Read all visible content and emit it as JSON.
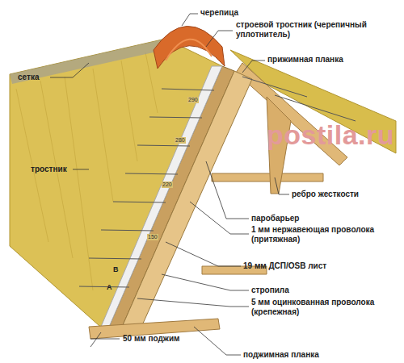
{
  "diagram": {
    "labels": [
      "черепица",
      "строевой тростник (черепичный уплотнитель)",
      "прижимная планка",
      "сетка",
      "тростник",
      "ребро жесткости",
      "паробарьер",
      "1 мм нержавеющая проволока (притяжная)",
      "19 мм ДСП/OSB лист",
      "стропила",
      "5 мм оцинкованная проволока (крепежная)",
      "50 мм поджим",
      "поджимная планка",
      "290",
      "280",
      "220",
      "150",
      "B",
      "A",
      "postila.ru"
    ]
  }
}
